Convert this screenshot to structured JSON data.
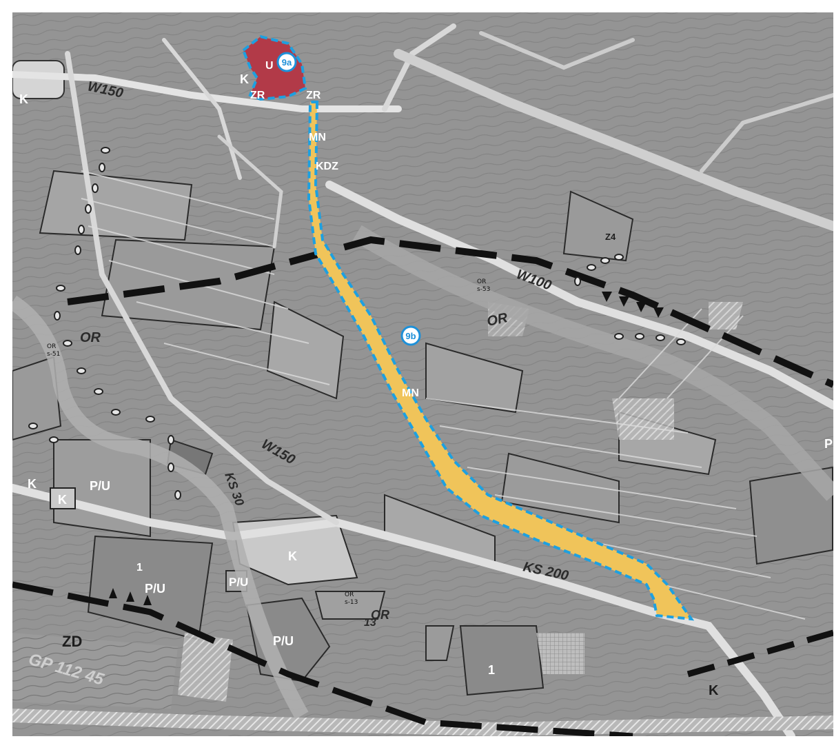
{
  "map": {
    "colors": {
      "background": "#8c8c8c",
      "plot_light": "#c7c7c7",
      "plot_mid": "#a3a3a3",
      "plot_dark": "#6e6e6e",
      "road": "#d9d9d9",
      "outline": "#1e1e1e",
      "boundary_blue": "#1ea0e0",
      "area_9a_fill": "#b23a48",
      "area_9b_fill": "#f0c45a"
    },
    "markers": {
      "area_9a": "9a",
      "area_9b": "9b"
    },
    "zone_labels": {
      "k_left_top": "K",
      "k_top": "K",
      "u_top": "U",
      "zr_left": "ZR",
      "zr_right": "ZR",
      "mn_top": "MN",
      "kdz": "KDZ",
      "mn_middle": "MN",
      "k_left_bottom": "K",
      "k_left_box": "K",
      "pu_left": "P/U",
      "k_center": "K",
      "pu_center": "P/U",
      "pu_small": "P/U",
      "pu_bottom": "P/U",
      "k_bottom_right": "K",
      "p_right": "P",
      "one_a": "1",
      "one_b": "1",
      "zd": "ZD",
      "or_center": "OR",
      "or_left": "OR",
      "or_bottom": "OR",
      "z4": "Z4"
    },
    "road_labels": {
      "w150_top": "W150",
      "w150_middle": "W150",
      "w100": "W100",
      "ks30": "KS 30",
      "ks200": "KS 200",
      "gp": "GP 112 45",
      "thirteen": "13"
    },
    "small_labels": {
      "or_s53": "OR",
      "s53": "s-53",
      "or_s51": "OR",
      "s51": "s-51",
      "or_s13": "OR",
      "s13": "s-13"
    }
  }
}
